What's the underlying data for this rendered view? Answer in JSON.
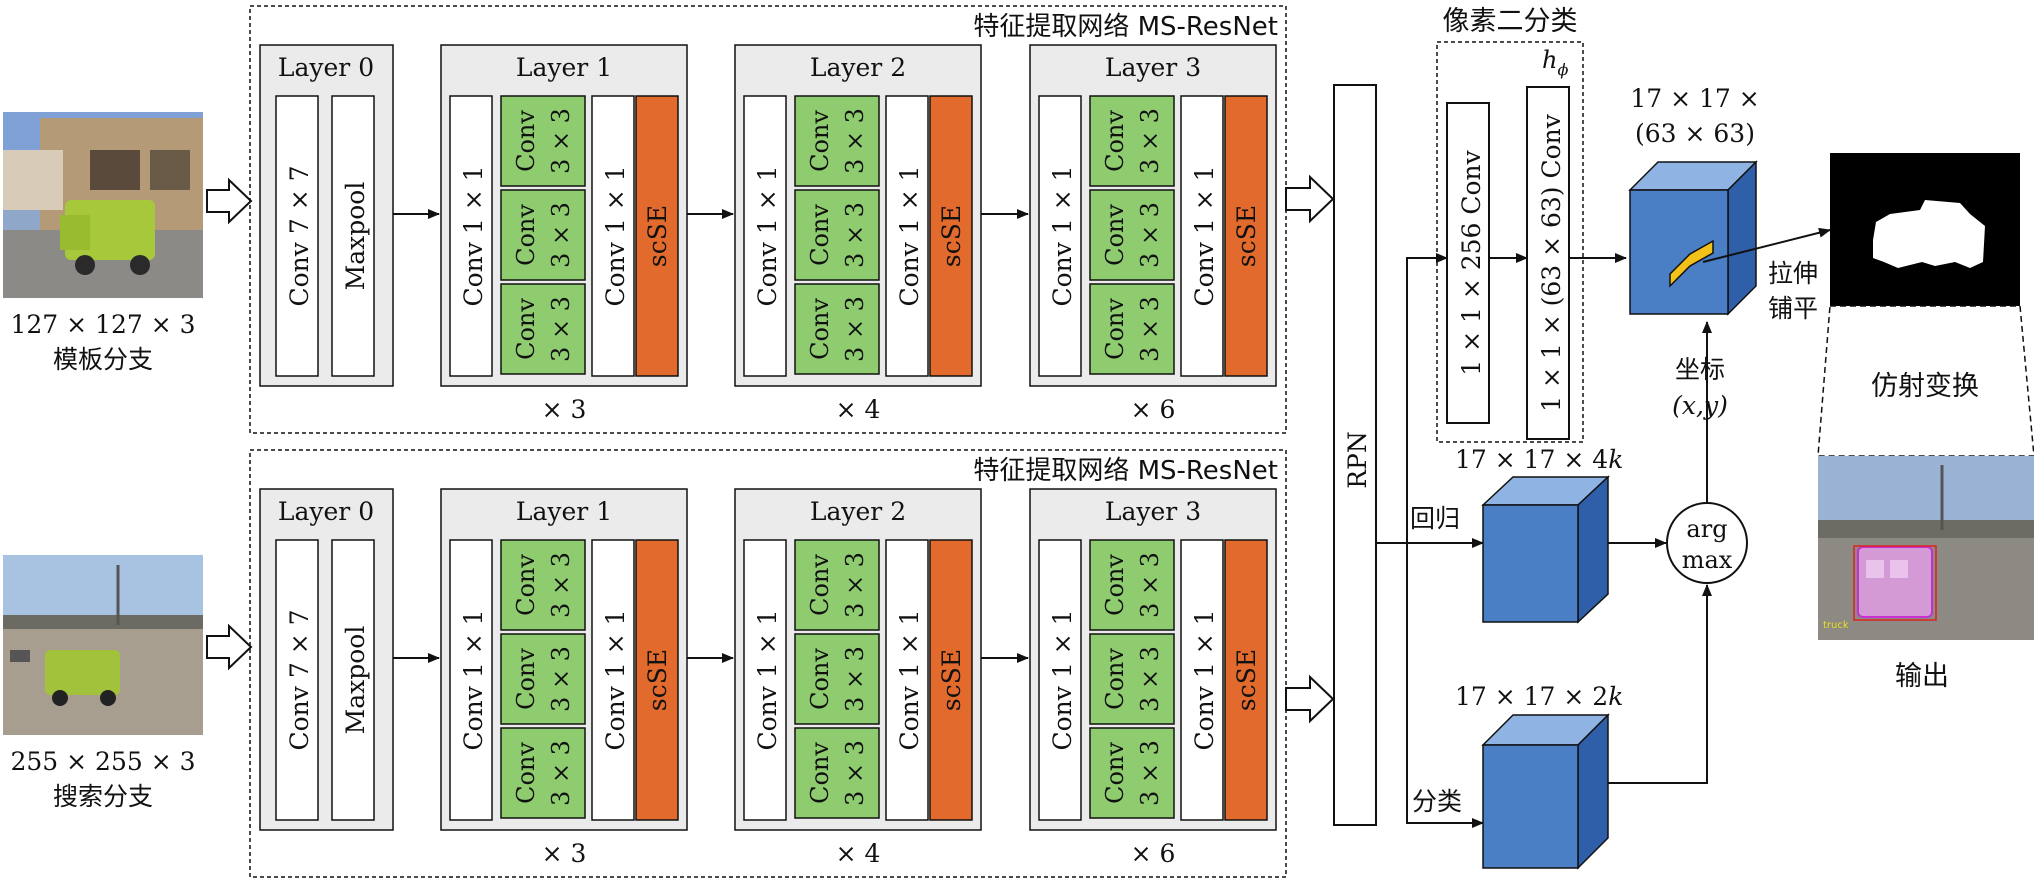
{
  "inputs": {
    "template": {
      "size": "127 × 127 × 3",
      "name": "模板分支"
    },
    "search": {
      "size": "255 × 255 × 3",
      "name": "搜索分支"
    }
  },
  "backbone": {
    "title": "特征提取网络 MS-ResNet",
    "layer0": {
      "title": "Layer 0",
      "conv": "Conv 7 × 7",
      "pool": "Maxpool"
    },
    "layers": [
      {
        "title": "Layer 1",
        "repeat": "× 3"
      },
      {
        "title": "Layer 2",
        "repeat": "× 4"
      },
      {
        "title": "Layer 3",
        "repeat": "× 6"
      }
    ],
    "block": {
      "conv1x1": "Conv 1 × 1",
      "conv3x3_line1": "Conv",
      "conv3x3_line2": "3 × 3",
      "scse": "scSE"
    }
  },
  "rpn": {
    "label": "RPN"
  },
  "pixel_cls": {
    "title": "像素二分类",
    "conv1": "1 × 1 × 256 Conv",
    "conv2": "1 × 1 × (63 × 63) Conv",
    "h_label": "h",
    "h_sub": "ϕ"
  },
  "mask_cube": {
    "line1": "17 × 17 ×",
    "line2": "(63 × 63)"
  },
  "regression": {
    "dims": "17 × 17 × 4",
    "k": "k",
    "label": "回归"
  },
  "classification": {
    "dims": "17 × 17 × 2",
    "k": "k",
    "label": "分类"
  },
  "argmax": {
    "line1": "arg",
    "line2": "max"
  },
  "coord": {
    "label": "坐标",
    "xy": "(x,y)"
  },
  "stretch": {
    "line1": "拉伸",
    "line2": "铺平"
  },
  "affine": {
    "label": "仿射变换"
  },
  "output": {
    "label": "输出",
    "overlay_tag": "truck"
  },
  "colors": {
    "green": "#8fcc6f",
    "orange": "#e26a2c",
    "gray": "#ebebeb",
    "cube_front": "#4a7fc6",
    "cube_top": "#8fb3e2",
    "cube_side": "#2f5fa8",
    "yellow": "#f2c21a"
  }
}
